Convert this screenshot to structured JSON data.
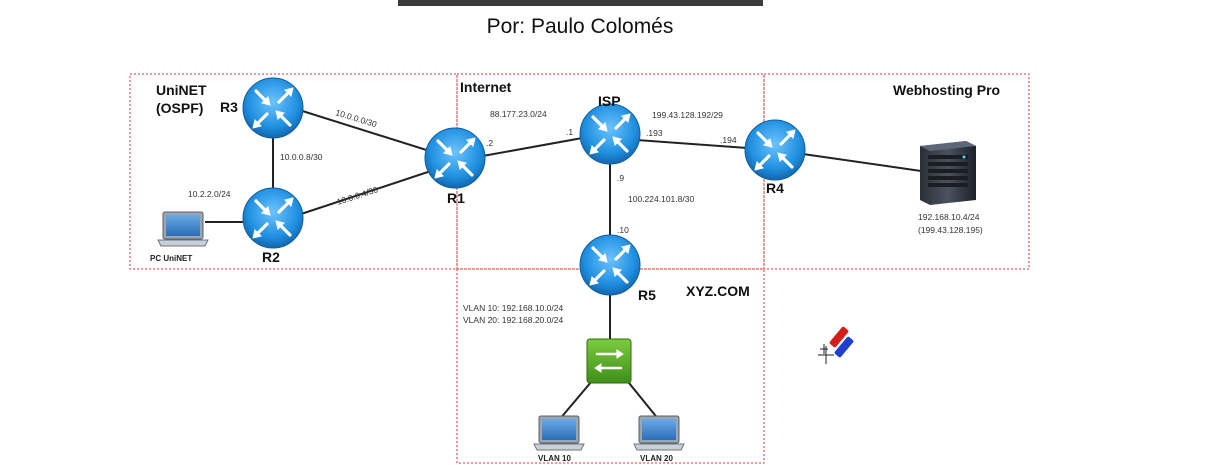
{
  "header": {
    "subtitle": "Por: Paulo Colomés"
  },
  "zones": {
    "uninet": "UniNET\n(OSPF)",
    "uninet_line1": "UniNET",
    "uninet_line2": "(OSPF)",
    "internet": "Internet",
    "webhosting": "Webhosting Pro",
    "xyz": "XYZ.COM"
  },
  "devices": {
    "r1": "R1",
    "r2": "R2",
    "r3": "R3",
    "r4": "R4",
    "r5": "R5",
    "isp": "ISP",
    "pc_uninet": "PC UniNET",
    "vlan10_pc": "VLAN 10",
    "vlan20_pc": "VLAN 20"
  },
  "networks": {
    "r3_r1": "10.0.0.0/30",
    "r3_r2": "10.0.0.8/30",
    "r2_r1": "10.0.0.4/30",
    "r2_pc": "10.2.2.0/24",
    "r1_isp": "88.177.23.0/24",
    "isp_r4": "199.43.128.192/29",
    "isp_r5": "100.224.101.8/30",
    "r1_if": ".2",
    "isp_r1_if": ".1",
    "isp_r4_if": ".193",
    "r4_if": ".194",
    "isp_r5_if": ".9",
    "r5_if": ".10",
    "vlan10_net": "VLAN 10: 192.168.10.0/24",
    "vlan20_net": "VLAN 20: 192.168.20.0/24",
    "server_ip1": "192.168.10.4/24",
    "server_ip2": "(199.43.128.195)"
  },
  "colors": {
    "router": "#1f8fe0",
    "switch": "#5aaa2a",
    "zone_border": "#d33a3a"
  }
}
